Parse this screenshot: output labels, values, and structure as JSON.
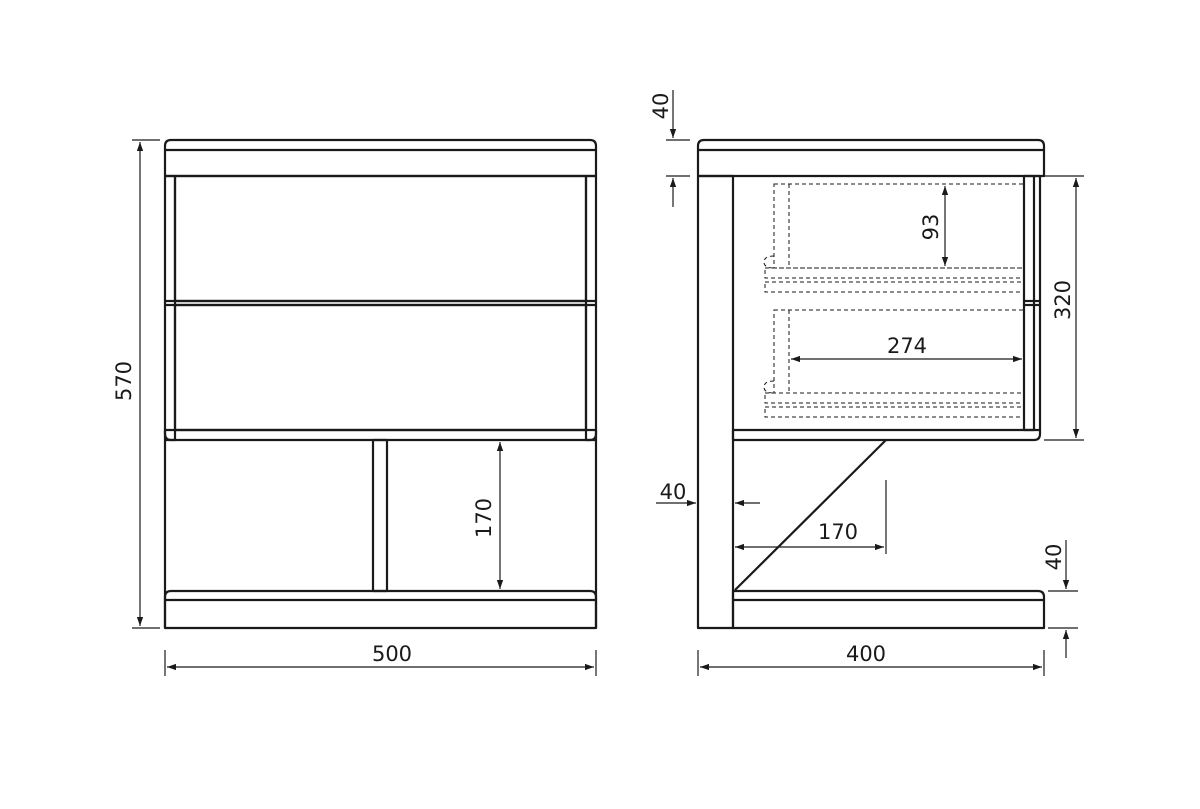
{
  "front_view": {
    "width_label": "500",
    "height_label": "570",
    "open_shelf_label": "170"
  },
  "side_view": {
    "depth_label": "400",
    "top_thickness_label": "40",
    "base_thickness_label": "40",
    "upright_thickness_label": "40",
    "drawer_height_label": "93",
    "drawer_box_depth_label": "274",
    "drawer_section_label": "320",
    "brace_length_label": "170"
  }
}
